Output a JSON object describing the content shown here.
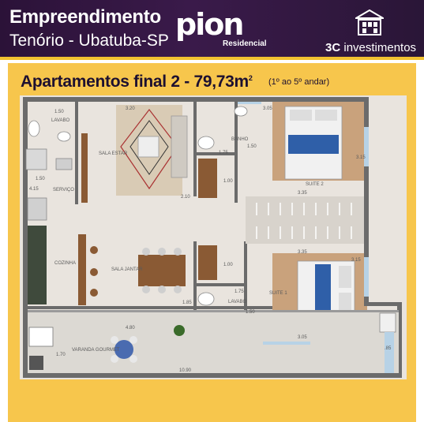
{
  "header": {
    "title": "Empreendimento",
    "subtitle": "Tenório - Ubatuba-SP",
    "brand_name": "pion",
    "brand_sub": "Residencial",
    "company_bold": "3C",
    "company_rest": " investimentos"
  },
  "colors": {
    "header_bg": "#2b1238",
    "accent_yellow": "#f7c64c",
    "heading_text": "#1d1030"
  },
  "plan": {
    "heading": "Apartamentos final 2 - 79,73m",
    "heading_sup": "2",
    "note": "(1º ao 5º andar)",
    "rooms": {
      "lavabo1": "LAVABO",
      "sala_estar": "SALA ESTAR",
      "banho": "BANHO",
      "suite2": "SUITE 2",
      "servico": "SERVIÇO",
      "cozinha": "COZINHA",
      "sala_jantar": "SALA JANTAR",
      "lavabo2": "LAVABO",
      "suite1": "SUITE 1",
      "varanda": "VARANDA GOURMET"
    },
    "dimensions": {
      "d1": "1.50",
      "d2": "3.20",
      "d3": "3.05",
      "d4": "1.75",
      "d5": "1.50",
      "d6": "3.15",
      "d7": "1.50",
      "d8": "4.15",
      "d9": "2.10",
      "d10": "1.00",
      "d11": "3.35",
      "d12": "3.35",
      "d13": "3.15",
      "d14": "1.00",
      "d15": "1.85",
      "d16": "1.75",
      "d17": "1.50",
      "d18": "3.05",
      "d19": "4.80",
      "d20": "1.70",
      "d21": "10.90",
      "d22": ".85"
    }
  }
}
